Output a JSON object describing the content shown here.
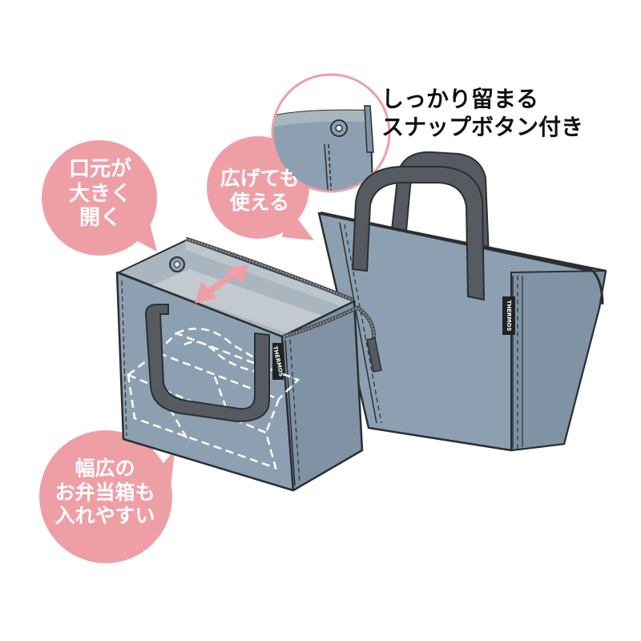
{
  "callouts": {
    "open_wide": [
      "口元が",
      "大きく",
      "開く"
    ],
    "expand_use": [
      "広げても",
      "使える"
    ],
    "bento_fit": [
      "幅広の",
      "お弁当箱も",
      "入れやすい"
    ]
  },
  "snap_caption": [
    "しっかり留まる",
    "スナップボタン付き"
  ],
  "brand_tag": "THERMOS",
  "colors": {
    "bubble_pink": "#ee9fa6",
    "bag_body": "#8da0b1",
    "bag_side": "#7f93a4",
    "bag_inner": "#a9b5bf",
    "handle": "#555b60",
    "outline": "#2b2f33"
  }
}
